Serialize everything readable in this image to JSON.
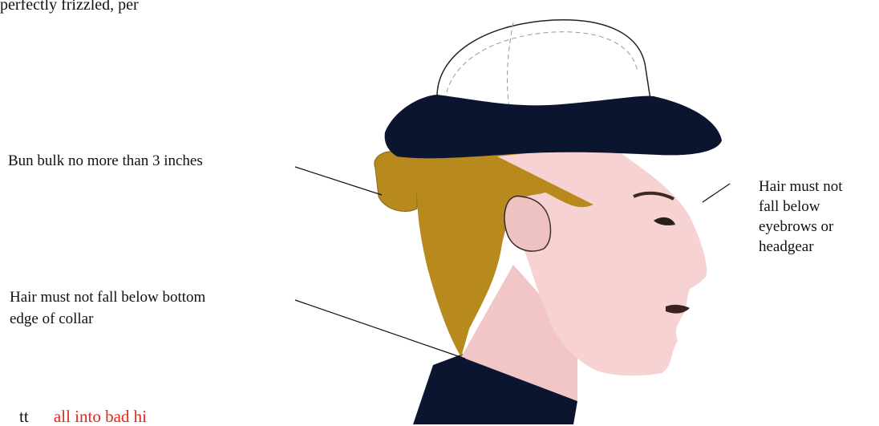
{
  "header_fragment": "perfectly frizzled, per",
  "footer_fragment": {
    "dark": "tt",
    "red": "all into bad hi"
  },
  "labels": {
    "bun": "Bun bulk no more than 3 inches",
    "eyebrows": [
      "Hair must not",
      "fall below",
      "eyebrows or",
      "headgear"
    ],
    "collar": [
      "Hair must not fall below bottom",
      "edge of collar"
    ]
  },
  "colors": {
    "cap_navy": "#0b1530",
    "hair": "#b8891d",
    "skin": "#f6d3d2",
    "annotation_red": "#e8241c"
  }
}
